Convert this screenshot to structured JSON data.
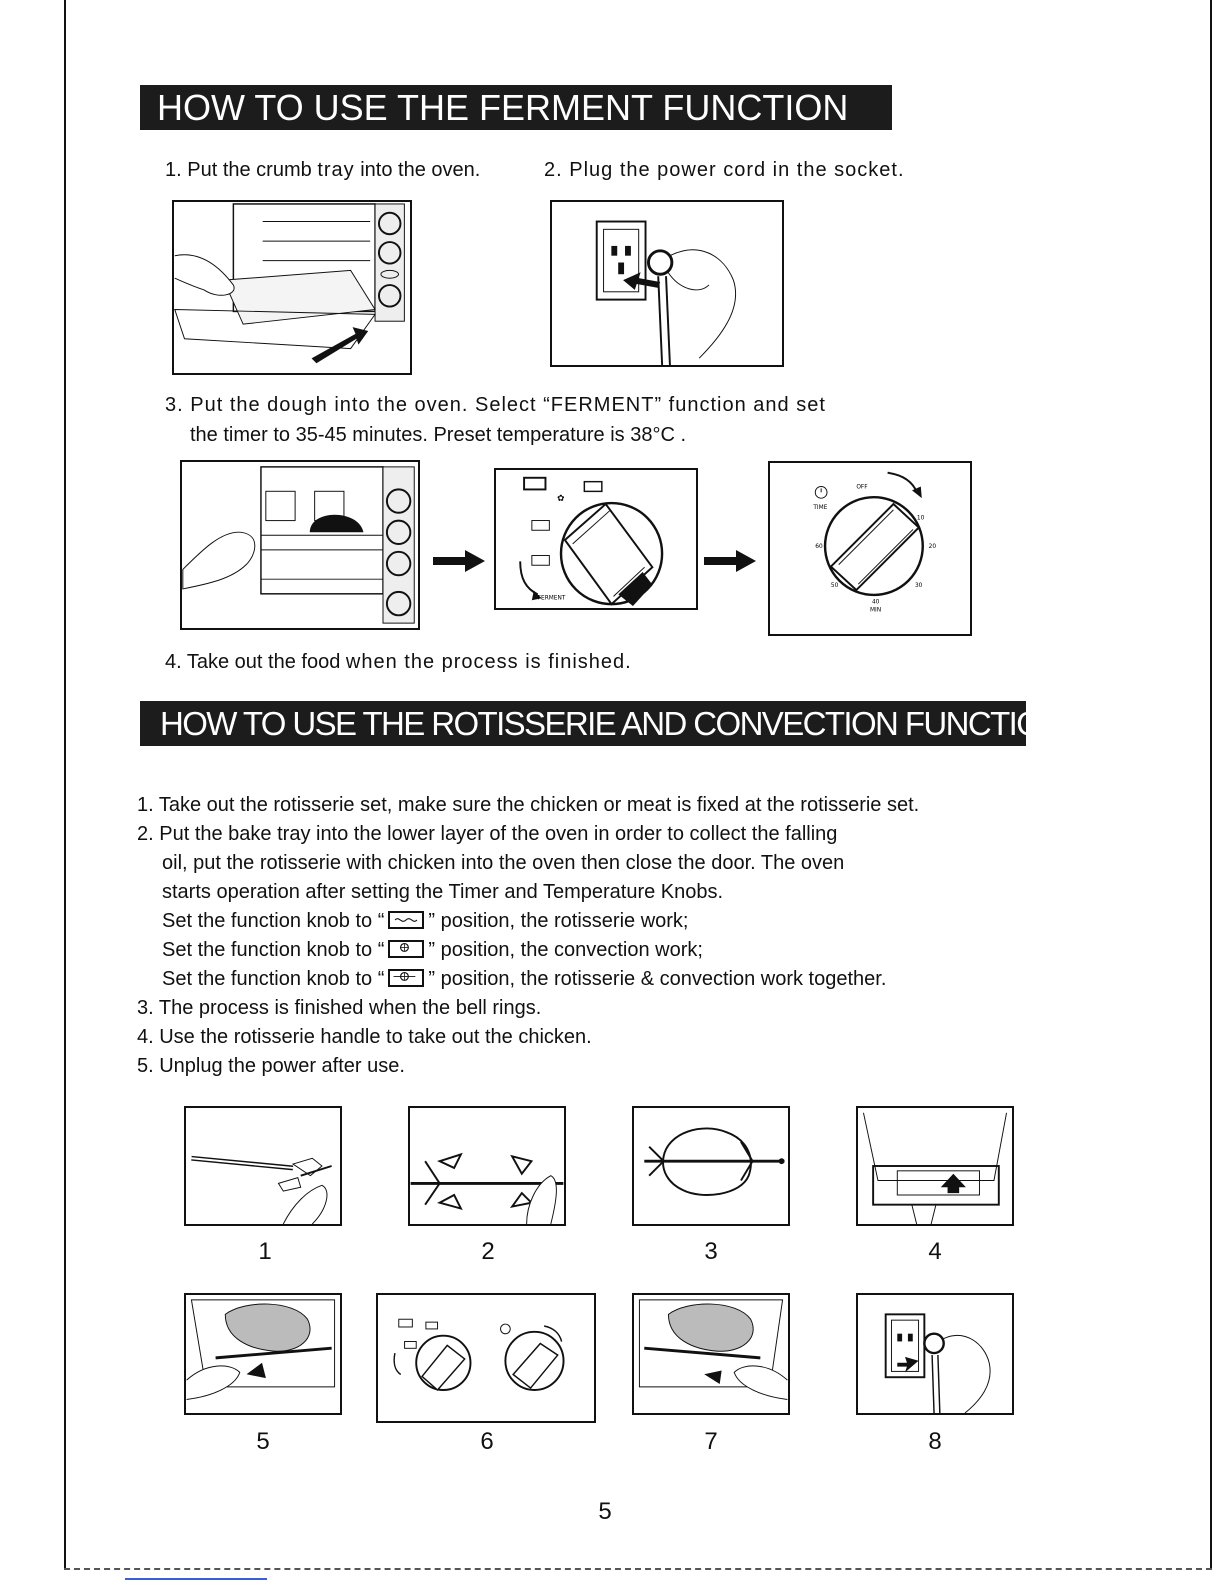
{
  "ferment": {
    "title": "HOW TO USE THE FERMENT FUNCTION",
    "step1_a": "1. Put the crumb",
    "step1_b": "tray",
    "step1_c": "into the oven.",
    "step2": "2. Plug the power cord in the socket.",
    "step3_line1": "3. Put the dough into the oven. Select “FERMENT” function and set",
    "step3_line2": "the timer  to 35-45 minutes. Preset temperature is 38°C .",
    "step4_a": "4. Take out the food",
    "step4_b": "when the process is finished."
  },
  "rotisserie": {
    "title": "HOW TO USE THE ROTISSERIE AND CONVECTION FUNCTION",
    "line1": "1. Take out the rotisserie set, make sure the chicken or meat  is fixed at the rotisserie set.",
    "line2": "2. Put the bake tray into the lower layer of the oven in order to collect the falling",
    "line3": "oil, put the rotisserie with chicken into the oven then close the door. The oven",
    "line4": "starts operation after setting the Timer and Temperature Knobs.",
    "set_prefix": "Set the function knob to “",
    "set_rot": "” position, the rotisserie work;",
    "set_conv": "” position, the convection work;",
    "set_both": "” position, the rotisserie & convection work together.",
    "line8": "3. The process is finished when the bell rings.",
    "line9": "4. Use the rotisserie handle to take out the chicken.",
    "line10": "5. Unplug the power after use."
  },
  "dial_labels": {
    "ferment": "FERMENT",
    "time": "TIME",
    "off": "OFF",
    "t10": "10",
    "t20": "20",
    "t30": "30",
    "t40": "40",
    "t50": "50",
    "t60": "60",
    "min": "MIN"
  },
  "figure_numbers": [
    "1",
    "2",
    "3",
    "4",
    "5",
    "6",
    "7",
    "8"
  ],
  "page_number": "5"
}
